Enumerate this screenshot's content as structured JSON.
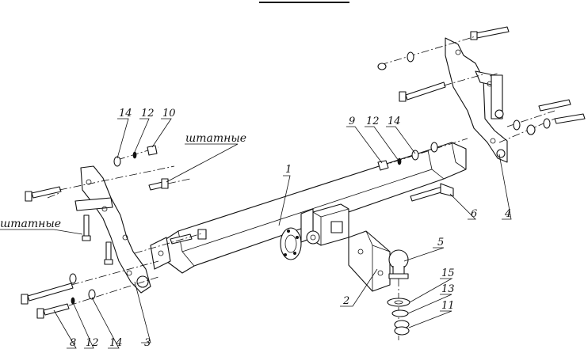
{
  "diagram": {
    "callouts": {
      "c1": "1",
      "c2": "2",
      "c3": "3",
      "c4": "4",
      "c5": "5",
      "c6": "6",
      "c8": "8",
      "c9": "9",
      "c10": "10",
      "c11": "11",
      "c12_top": "12",
      "c12_mid": "12",
      "c12_bot": "12",
      "c13": "13",
      "c14_top": "14",
      "c14_mid": "14",
      "c14_bot": "14",
      "c15": "15"
    },
    "notes": {
      "stock_top": "штатные",
      "stock_left": "штатные"
    }
  }
}
